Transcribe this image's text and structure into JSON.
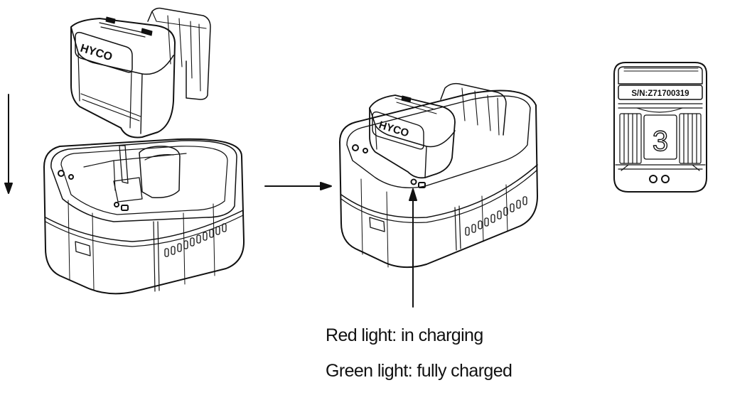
{
  "brand": "HYCO",
  "serial_label": "S/N:Z71700319",
  "slot_number": "3",
  "captions": {
    "red": "Red light: in charging",
    "green": "Green light: fully charged"
  },
  "colors": {
    "line": "#111111",
    "background": "#ffffff"
  }
}
